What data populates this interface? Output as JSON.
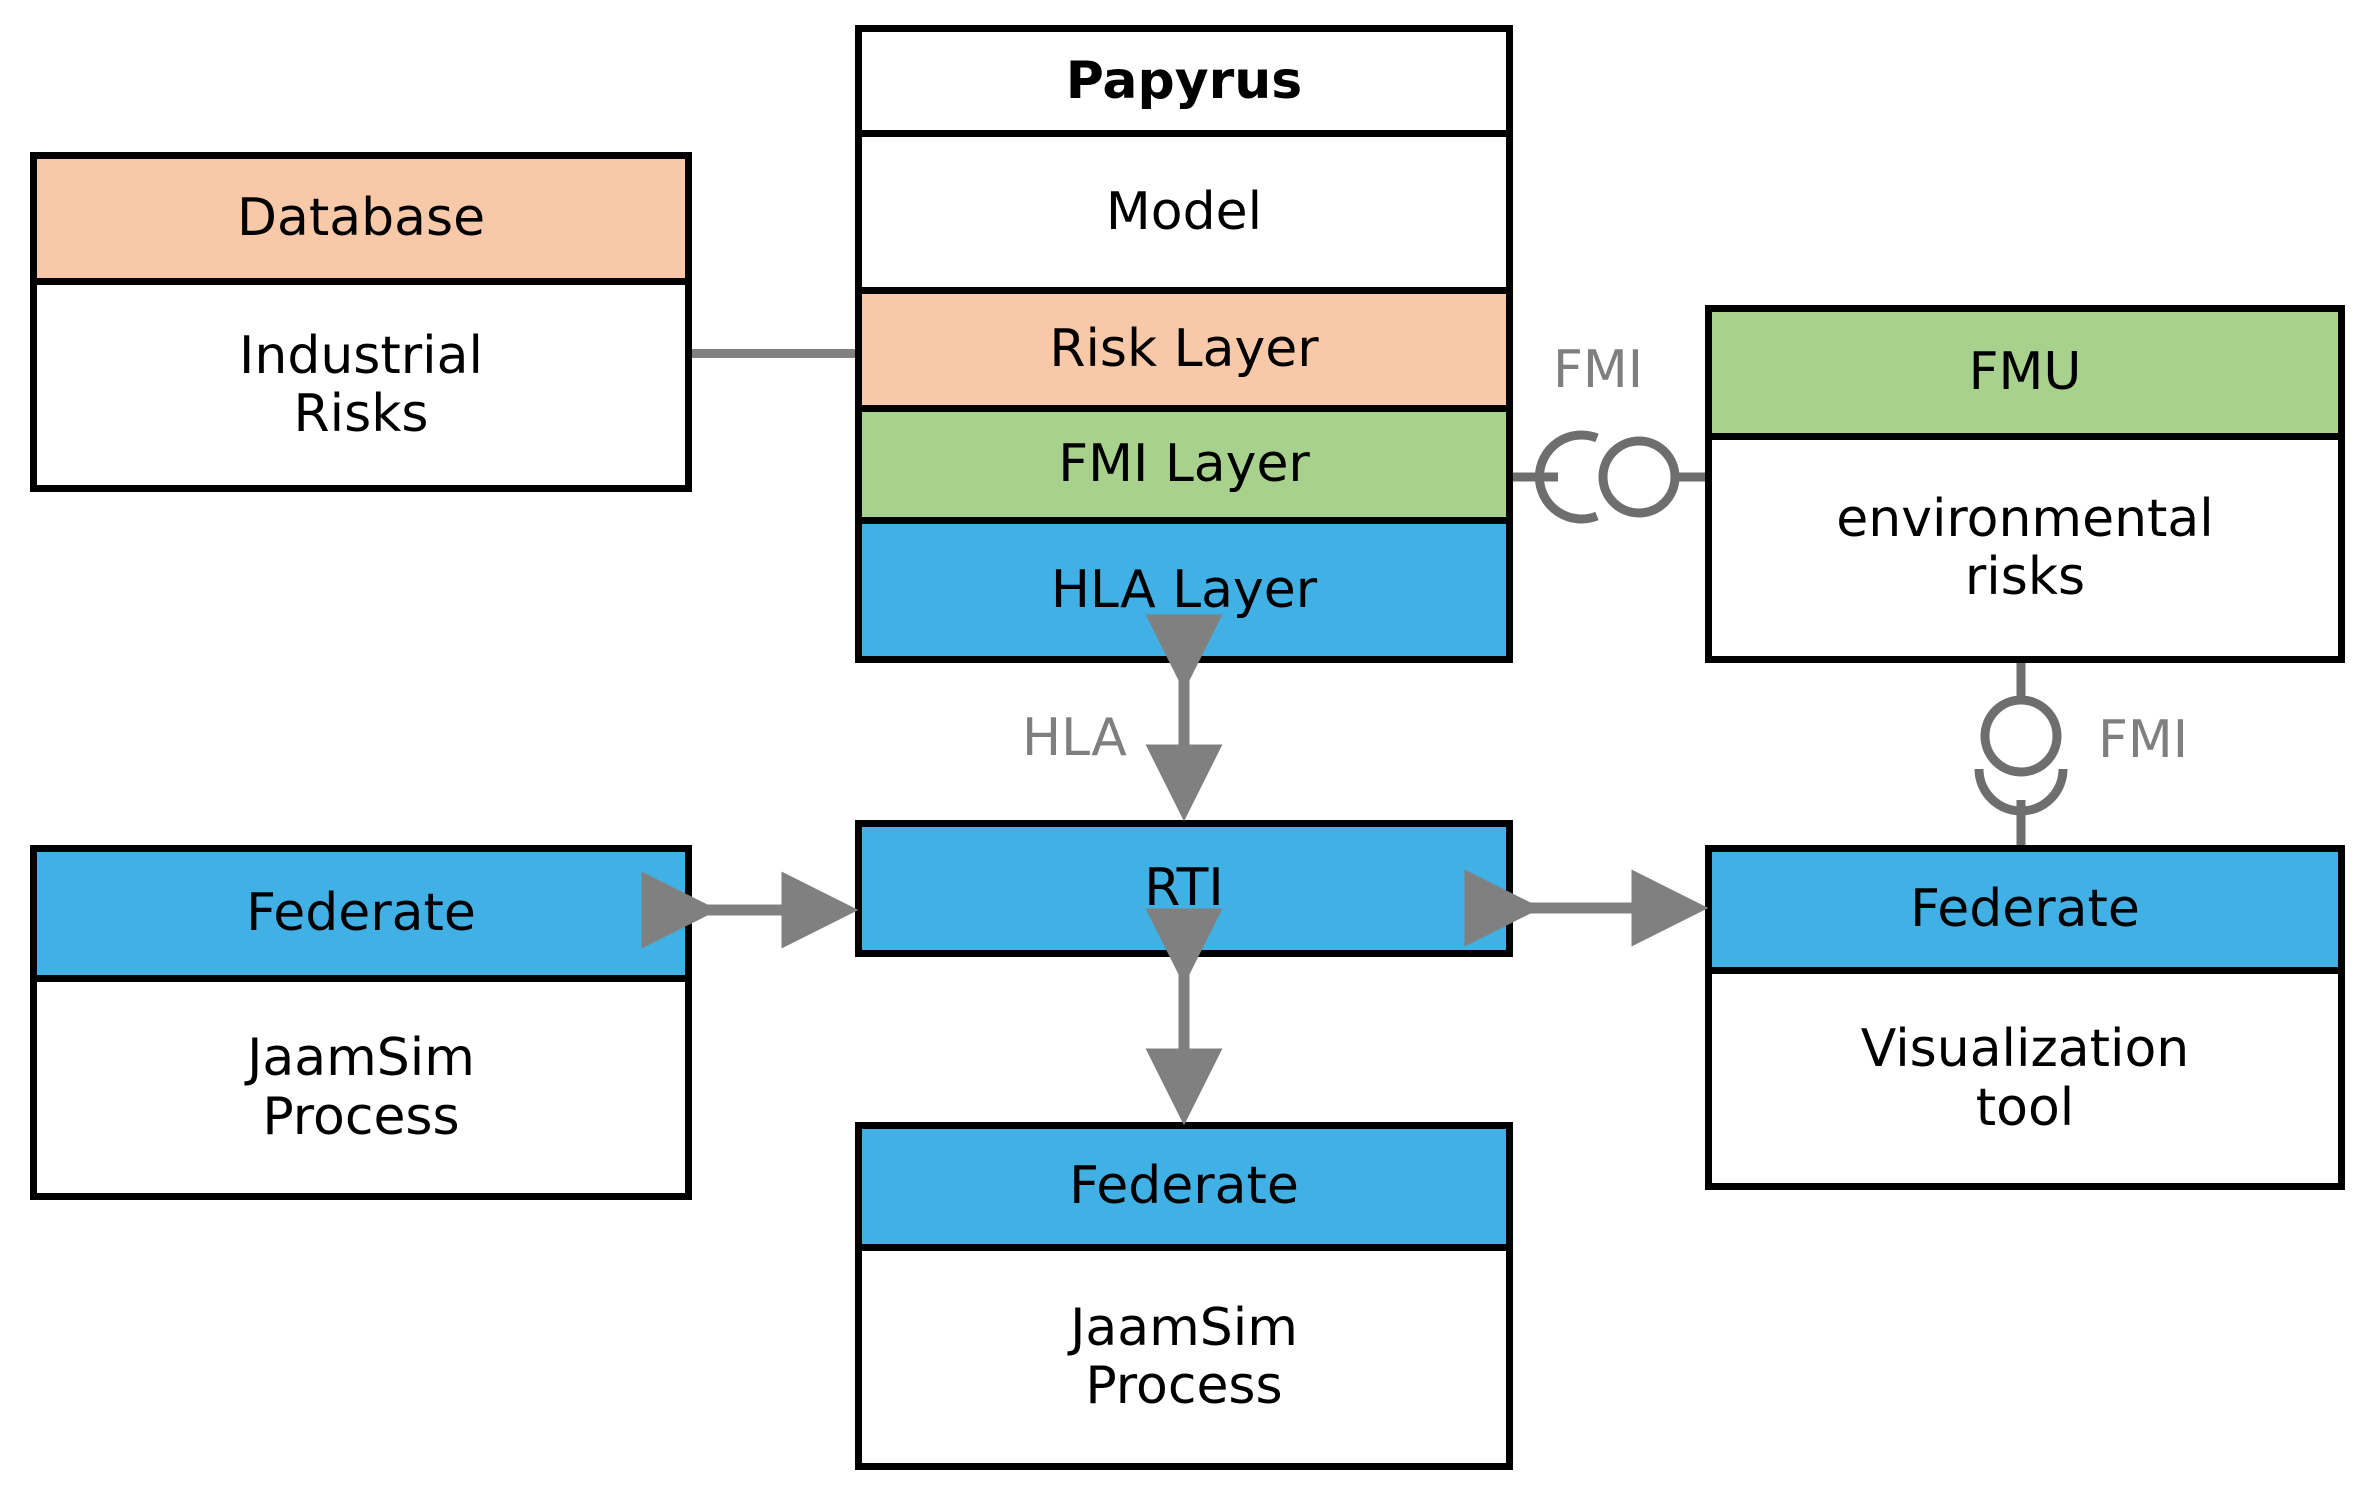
{
  "diagram": {
    "title": "Papyrus HLA/FMI co-simulation architecture",
    "colors": {
      "peach": "#F7C9A9",
      "green": "#A9D18E",
      "blue": "#41B0E4",
      "connector_gray": "#808080",
      "label_gray": "#7F7F7F",
      "border_black": "#000000"
    }
  },
  "nodes": {
    "database": {
      "header": "Database",
      "body": "Industrial\nRisks",
      "header_color": "#F7C9A9",
      "body_color": "#FFFFFF"
    },
    "papyrus": {
      "header": "Papyrus",
      "rows": [
        {
          "label": "Model",
          "color": "#FFFFFF"
        },
        {
          "label": "Risk Layer",
          "color": "#F7C9A9"
        },
        {
          "label": "FMI Layer",
          "color": "#A9D18E"
        },
        {
          "label": "HLA Layer",
          "color": "#41B0E4"
        }
      ]
    },
    "fmu": {
      "header": "FMU",
      "body": "environmental\nrisks",
      "header_color": "#A9D18E",
      "body_color": "#FFFFFF"
    },
    "federate_left": {
      "header": "Federate",
      "body": "JaamSim\nProcess",
      "header_color": "#41B0E4",
      "body_color": "#FFFFFF"
    },
    "rti": {
      "label": "RTI",
      "color": "#41B0E4"
    },
    "federate_right": {
      "header": "Federate",
      "body": "Visualization\ntool",
      "header_color": "#41B0E4",
      "body_color": "#FFFFFF"
    },
    "federate_bottom": {
      "header": "Federate",
      "body": "JaamSim\nProcess",
      "header_color": "#41B0E4",
      "body_color": "#FFFFFF"
    }
  },
  "connectors": [
    {
      "id": "database-to-papyrus",
      "kind": "plain-line",
      "orientation": "horizontal",
      "from": "database",
      "to": "papyrus.risk-layer",
      "label": ""
    },
    {
      "id": "papyrus-to-fmu",
      "kind": "ball-and-socket",
      "orientation": "horizontal",
      "from": "papyrus.fmi-layer",
      "to": "fmu",
      "label": "FMI"
    },
    {
      "id": "papyrus-to-rti",
      "kind": "double-arrow",
      "orientation": "vertical",
      "from": "papyrus.hla-layer",
      "to": "rti",
      "label": "HLA"
    },
    {
      "id": "federate-left-to-rti",
      "kind": "double-arrow",
      "orientation": "horizontal",
      "from": "federate_left",
      "to": "rti",
      "label": ""
    },
    {
      "id": "rti-to-federate-right",
      "kind": "double-arrow",
      "orientation": "horizontal",
      "from": "rti",
      "to": "federate_right",
      "label": ""
    },
    {
      "id": "rti-to-federate-bottom",
      "kind": "double-arrow",
      "orientation": "vertical",
      "from": "rti",
      "to": "federate_bottom",
      "label": ""
    },
    {
      "id": "fmu-to-federate-right",
      "kind": "ball-and-socket",
      "orientation": "vertical",
      "from": "fmu",
      "to": "federate_right",
      "label": "FMI"
    }
  ],
  "labels": {
    "fmi_top": "FMI",
    "fmi_right": "FMI",
    "hla": "HLA"
  }
}
